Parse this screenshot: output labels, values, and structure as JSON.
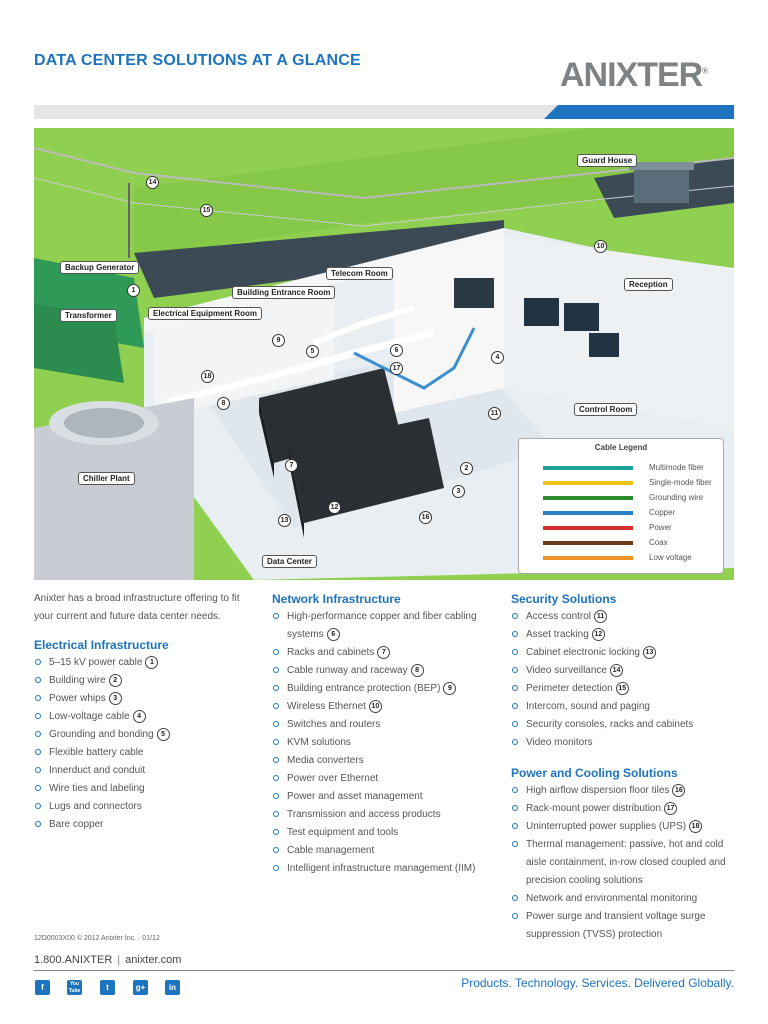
{
  "header": {
    "title": "DATA CENTER SOLUTIONS AT A GLANCE",
    "logo_text": "ANIXTER"
  },
  "illustration": {
    "labels": {
      "guard_house": "Guard House",
      "backup_generator": "Backup Generator",
      "telecom_room": "Telecom Room",
      "building_entrance_room": "Building Entrance Room",
      "transformer": "Transformer",
      "electrical_equipment_room": "Electrical Equipment Room",
      "reception": "Reception",
      "control_room": "Control Room",
      "chiller_plant": "Chiller Plant",
      "data_center": "Data Center"
    },
    "legend": {
      "title": "Cable Legend",
      "items": [
        {
          "name": "Multimode fiber",
          "color": "#1aa39a"
        },
        {
          "name": "Single-mode fiber",
          "color": "#f2c21b"
        },
        {
          "name": "Grounding wire",
          "color": "#2e8b2e"
        },
        {
          "name": "Copper",
          "color": "#2b7fc4"
        },
        {
          "name": "Power",
          "color": "#d9302c"
        },
        {
          "name": "Coax",
          "color": "#6b3b1a"
        },
        {
          "name": "Low voltage",
          "color": "#f0932b"
        }
      ]
    }
  },
  "intro": "Anixter has a broad infrastructure offering to fit your current and future data center needs.",
  "electrical": {
    "heading": "Electrical Infrastructure",
    "items": [
      {
        "text": "5–15 kV power cable",
        "n": "1"
      },
      {
        "text": "Building wire",
        "n": "2"
      },
      {
        "text": "Power whips",
        "n": "3"
      },
      {
        "text": "Low-voltage cable",
        "n": "4"
      },
      {
        "text": "Grounding and bonding",
        "n": "5"
      },
      {
        "text": "Flexible battery cable",
        "n": ""
      },
      {
        "text": "Innerduct and conduit",
        "n": ""
      },
      {
        "text": "Wire ties and labeling",
        "n": ""
      },
      {
        "text": "Lugs and connectors",
        "n": ""
      },
      {
        "text": "Bare copper",
        "n": ""
      }
    ]
  },
  "network": {
    "heading": "Network Infrastructure",
    "items": [
      {
        "text": "High-performance copper and fiber cabling systems",
        "n": "6"
      },
      {
        "text": "Racks and cabinets",
        "n": "7"
      },
      {
        "text": "Cable runway and raceway",
        "n": "8"
      },
      {
        "text": "Building entrance protection (BEP)",
        "n": "9"
      },
      {
        "text": "Wireless Ethernet",
        "n": "10"
      },
      {
        "text": "Switches and routers",
        "n": ""
      },
      {
        "text": "KVM solutions",
        "n": ""
      },
      {
        "text": "Media converters",
        "n": ""
      },
      {
        "text": "Power over Ethernet",
        "n": ""
      },
      {
        "text": "Power and asset management",
        "n": ""
      },
      {
        "text": "Transmission and access products",
        "n": ""
      },
      {
        "text": "Test equipment and tools",
        "n": ""
      },
      {
        "text": "Cable management",
        "n": ""
      },
      {
        "text": "Intelligent infrastructure management (IIM)",
        "n": ""
      }
    ]
  },
  "security": {
    "heading": "Security Solutions",
    "items": [
      {
        "text": "Access control",
        "n": "11"
      },
      {
        "text": "Asset tracking",
        "n": "12"
      },
      {
        "text": "Cabinet electronic locking",
        "n": "13"
      },
      {
        "text": "Video surveillance",
        "n": "14"
      },
      {
        "text": "Perimeter detection",
        "n": "15"
      },
      {
        "text": "Intercom, sound and paging",
        "n": ""
      },
      {
        "text": "Security consoles, racks and cabinets",
        "n": ""
      },
      {
        "text": "Video monitors",
        "n": ""
      }
    ]
  },
  "power": {
    "heading": "Power and Cooling Solutions",
    "items": [
      {
        "text": "High airflow dispersion floor tiles",
        "n": "16"
      },
      {
        "text": "Rack-mount power distribution",
        "n": "17"
      },
      {
        "text": "Uninterrupted power supplies (UPS)",
        "n": "18"
      },
      {
        "text": "Thermal management: passive, hot and cold aisle containment, in-row closed coupled and precision cooling solutions",
        "n": ""
      },
      {
        "text": "Network and environmental monitoring",
        "n": ""
      },
      {
        "text": "Power surge and transient voltage surge suppression (TVSS) protection",
        "n": ""
      }
    ]
  },
  "footer": {
    "doc_id": "12D0003X00 © 2012 Anixter Inc. · 01/12",
    "phone": "1.800.ANIXTER",
    "separator": "|",
    "website": "anixter.com",
    "tagline": "Products. Technology. Services. Delivered Globally.",
    "social": [
      "f",
      "You Tube",
      "t",
      "g+",
      "in"
    ]
  }
}
